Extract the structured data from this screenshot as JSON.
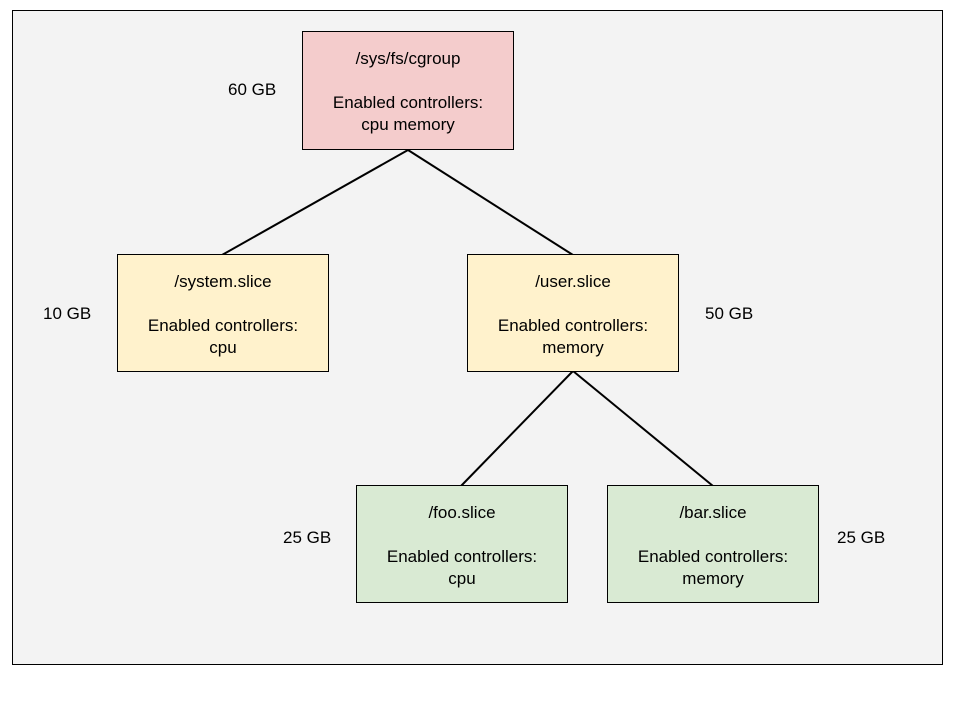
{
  "colors": {
    "root": "#f4cccc",
    "level1": "#fff2cc",
    "level2": "#d9ead3",
    "edge": "#000000"
  },
  "nodes": {
    "root": {
      "name": "/sys/fs/cgroup",
      "controllers_label": "Enabled controllers:",
      "controllers": "cpu memory",
      "size": "60 GB"
    },
    "system": {
      "name": "/system.slice",
      "controllers_label": "Enabled controllers:",
      "controllers": "cpu",
      "size": "10 GB"
    },
    "user": {
      "name": "/user.slice",
      "controllers_label": "Enabled controllers:",
      "controllers": "memory",
      "size": "50 GB"
    },
    "foo": {
      "name": "/foo.slice",
      "controllers_label": "Enabled controllers:",
      "controllers": "cpu",
      "size": "25 GB"
    },
    "bar": {
      "name": "/bar.slice",
      "controllers_label": "Enabled controllers:",
      "controllers": "memory",
      "size": "25 GB"
    }
  },
  "edges": [
    {
      "from": "root",
      "to": "system"
    },
    {
      "from": "root",
      "to": "user"
    },
    {
      "from": "user",
      "to": "foo"
    },
    {
      "from": "user",
      "to": "bar"
    }
  ]
}
